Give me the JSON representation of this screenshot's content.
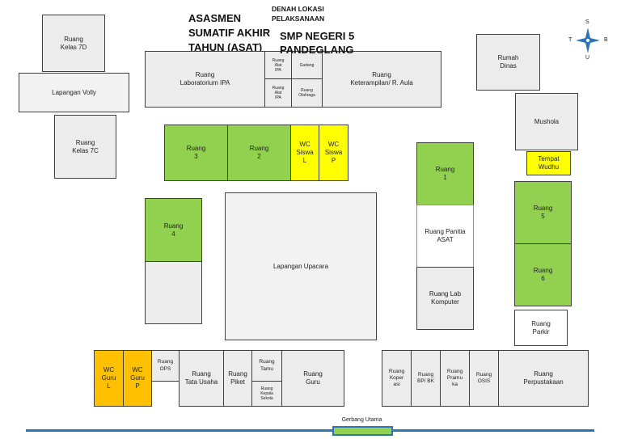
{
  "header": {
    "title": "ASASMEN\nSUMATIF AKHIR\nTAHUN (ASAT)\nTAHUN 2024",
    "subtitle": "DENAH LOKASI\nPELAKSANAAN",
    "school": "SMP NEGERI 5\nPANDEGLANG"
  },
  "compass": {
    "north": "S",
    "west": "T",
    "east": "B",
    "south": "U"
  },
  "rooms": {
    "kelas_7d": "Ruang\nKelas 7D",
    "lapangan_volly": "Lapangan Volly",
    "kelas_7c": "Ruang\nKelas 7C",
    "lab_ipa": "Ruang\nLaboratorium IPA",
    "alat_ipa_1": "Ruang\nAlat\nIPA",
    "gudang": "Gudang",
    "alat_ipa_2": "Ruang\nAlat\nIPA",
    "olahraga": "Ruang\nOlahraga",
    "aula": "Ruang\nKeterampilan/ R. Aula",
    "rumah_dinas": "Rumah\nDinas",
    "mushola": "Mushola",
    "tempat_wudhu": "Tempat\nWudhu",
    "ruang_3": "Ruang\n3",
    "ruang_2": "Ruang\n2",
    "wc_siswa_l": "WC\nSiswa\nL",
    "wc_siswa_p": "WC\nSiswa\nP",
    "ruang_1": "Ruang\n1",
    "panitia": "Ruang Panitia\nASAT",
    "lab_komputer": "Ruang Lab\nKomputer",
    "ruang_5": "Ruang\n5",
    "ruang_6": "Ruang\n6",
    "parkir": "Ruang\nParkir",
    "ruang_4": "Ruang\n4",
    "lapangan_upacara": "Lapangan Upacara",
    "wc_guru_l": "WC\nGuru\nL",
    "wc_guru_p": "WC\nGuru\nP",
    "ops": "Ruang\nOPS",
    "tata_usaha": "Ruang\nTata Usaha",
    "piket": "Ruang\nPiket",
    "tamu": "Ruang\nTamu",
    "kepala_sekolah": "Ruang\nKepala\nSekola",
    "guru": "Ruang\nGuru",
    "koperasi": "Ruang\nKoper\nasi",
    "bp_bk": "Ruang\nBP/ BK",
    "pramuka": "Ruang\nPramu\nka",
    "osis": "Ruang\nOSIS",
    "perpustakaan": "Ruang\nPerpustakaan"
  },
  "gate": {
    "label": "Gerbang Utama"
  },
  "colors": {
    "exam_room": "#92d050",
    "wc_siswa": "#ffff00",
    "wc_guru": "#ffc000",
    "road": "#2e75b6",
    "compass": "#2e75b6"
  }
}
